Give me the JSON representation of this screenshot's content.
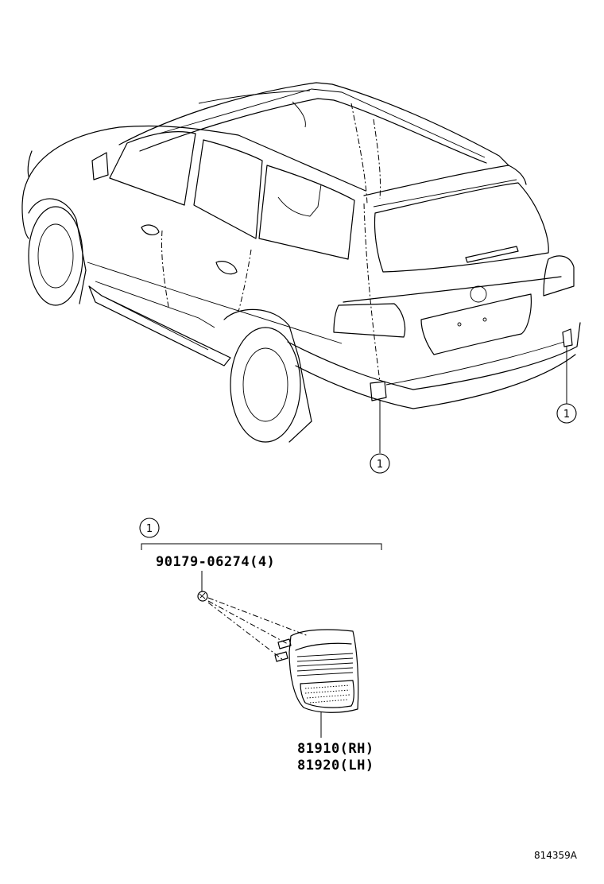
{
  "callouts": {
    "rear_right_reflector": "1",
    "rear_left_reflector": "1",
    "exploded_group": "1"
  },
  "parts": {
    "screw": "90179-06274(4)",
    "reflector_rh": "81910(RH)",
    "reflector_lh": "81920(LH)"
  },
  "figure_id": "814359A"
}
